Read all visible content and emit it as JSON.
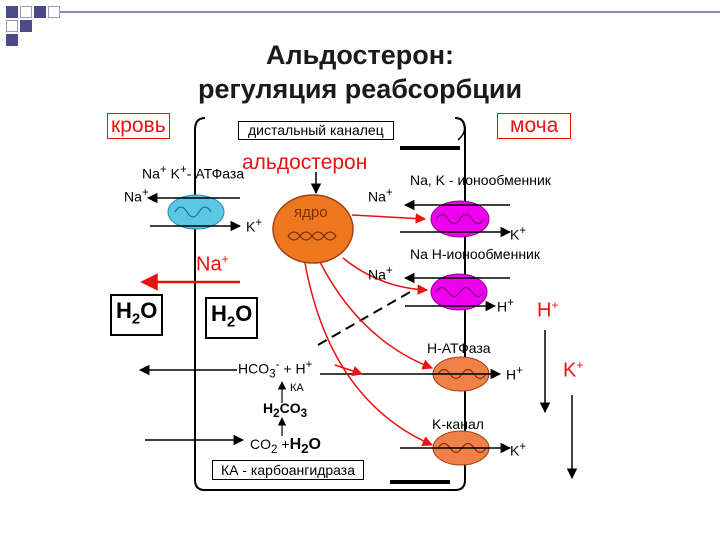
{
  "title": {
    "line1": "Альдостерон:",
    "line2": "регуляция реабсорбции"
  },
  "colors": {
    "accent_red": "#e8120f",
    "magenta": "#ee00ee",
    "orange": "#f07020",
    "salmon": "#f08048",
    "cyan": "#5ac8e0",
    "corner_squares": "#4b4b8b"
  },
  "labels": {
    "blood": "кровь",
    "urine": "моча",
    "distal_tubule": "дистальный каналец",
    "aldosterone": "альдостерон",
    "nucleus": "ядро",
    "carbonic_anhydrase": "КА - карбоангидраза"
  },
  "left": {
    "na": "Na",
    "plus": "+",
    "k": "K",
    "dash": "-",
    "atpase": "АТФаза",
    "na_out": "Na",
    "h2o_a": "H",
    "h2o_sub": "2",
    "h2o_o": "O"
  },
  "right": {
    "na_k_exchanger": "Na, K - ионообменник",
    "na_h_exchanger": "Na H-ионообменник",
    "h_atpase": "H-АТФаза",
    "k_channel": "K-канал",
    "h_outside": "H",
    "k_outside": "K"
  },
  "chem": {
    "hco3": "HCO",
    "sub3": "3",
    "plus_h": "+ H",
    "ka": "КА",
    "h2co3_h": "H",
    "h2co3_sub": "2",
    "h2co3_rest": "CO",
    "co2": "CO",
    "sub2": "2",
    "plus": "+",
    "h2o": "H",
    "o": "O"
  }
}
